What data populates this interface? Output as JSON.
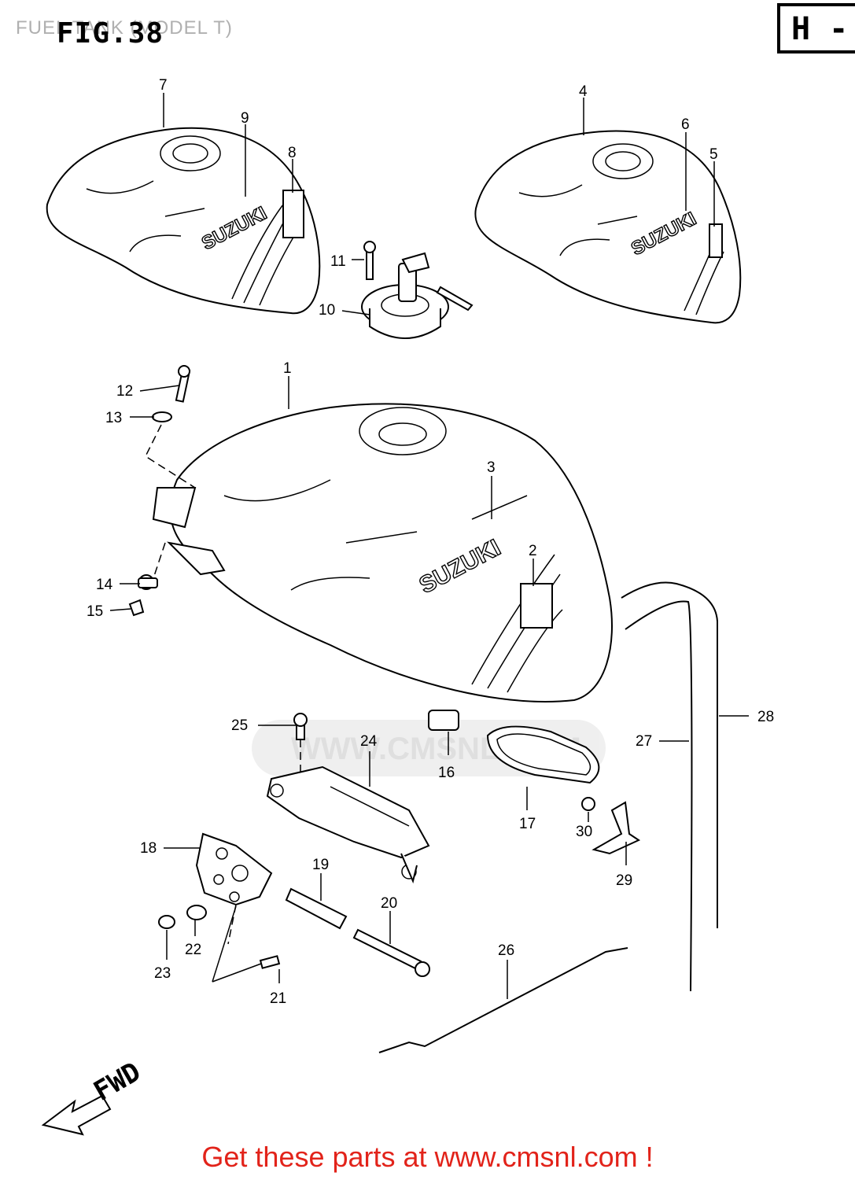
{
  "header": {
    "title": "FUEL TANK (MODEL T)",
    "figure": "FIG.38",
    "section_badge": "H -"
  },
  "diagram": {
    "brand_text": "SUZUKI",
    "direction_label": "FWD",
    "watermark": "WWW.CMSNL.COM",
    "callouts": [
      "1",
      "2",
      "3",
      "4",
      "5",
      "6",
      "7",
      "8",
      "9",
      "10",
      "11",
      "12",
      "13",
      "14",
      "15",
      "16",
      "17",
      "18",
      "19",
      "20",
      "21",
      "22",
      "23",
      "24",
      "25",
      "26",
      "27",
      "28",
      "29",
      "30"
    ]
  },
  "footer": {
    "text": "Get these parts at www.cmsnl.com !"
  }
}
